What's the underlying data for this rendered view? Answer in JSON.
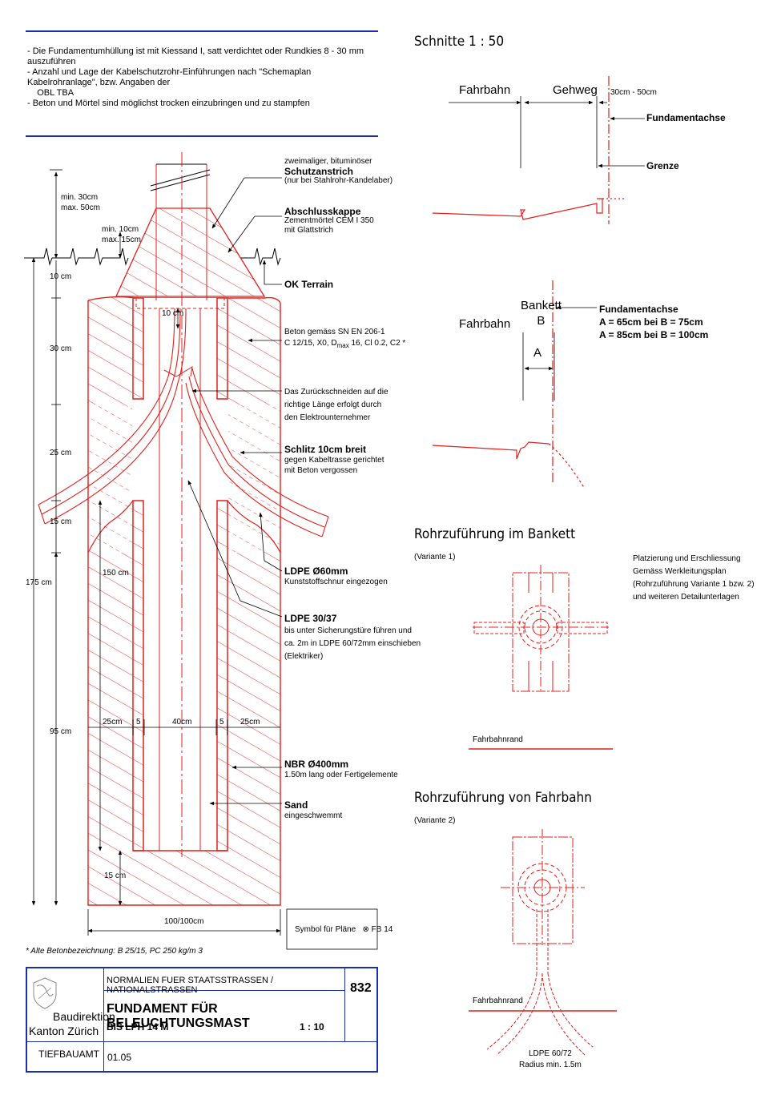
{
  "notes": [
    "-  Die Fundamentumhüllung ist mit Kiessand I, satt verdichtet oder Rundkies 8 - 30 mm auszuführen",
    "-  Anzahl und Lage der Kabelschutzrohr-Einführungen nach \"Schemaplan Kabelrohranlage\", bzw. Angaben der",
    "    OBL TBA",
    "-  Beton und Mörtel sind möglichst trocken einzubringen und zu stampfen"
  ],
  "colors": {
    "red": "#e0201c",
    "blue": "#1b2fa8",
    "black": "#000000"
  },
  "main": {
    "label_schutz_small": "zweimaliger, bituminöser",
    "label_schutz": "Schutzanstrich",
    "label_schutz_sub": "(nur bei Stahlrohr-Kandelaber)",
    "label_kappe": "Abschlusskappe",
    "label_kappe_sub1": "Zementmörtel CEM I 350",
    "label_kappe_sub2": "mit Glattstrich",
    "label_terrain": "OK Terrain",
    "label_beton1": "Beton gemäss SN EN 206-1",
    "label_beton2": "C 12/15, X0, D",
    "label_beton2_sub": "max",
    "label_beton2_end": " 16, Cl 0.2, C2 *",
    "label_schneiden1": "Das Zurückschneiden auf die",
    "label_schneiden2": "richtige Länge erfolgt durch",
    "label_schneiden3": "den Elektrounternehmer",
    "label_schlitz": "Schlitz 10cm breit",
    "label_schlitz_sub1": "gegen Kabeltrasse gerichtet",
    "label_schlitz_sub2": "mit Beton vergossen",
    "label_ldpe60": "LDPE Ø60mm",
    "label_ldpe60_sub": "Kunststoffschnur eingezogen",
    "label_ldpe30": "LDPE 30/37",
    "label_ldpe30_sub1": "bis unter Sicherungstüre führen und",
    "label_ldpe30_sub2": "ca. 2m in LDPE 60/72mm einschieben",
    "label_ldpe30_sub3": "(Elektriker)",
    "label_nbr": "NBR Ø400mm",
    "label_nbr_sub": "1.50m lang oder Fertigelemente",
    "label_sand": "Sand",
    "label_sand_sub": "eingeschwemmt",
    "dim_min30": "min. 30cm",
    "dim_max50": "max. 50cm",
    "dim_min10": "min. 10cm",
    "dim_max15": "max. 15cm",
    "dim_10cm": "10 cm",
    "dim_30cm": "30 cm",
    "dim_25cm": "25 cm",
    "dim_15cm": "15 cm",
    "dim_175cm": "175 cm",
    "dim_150cm": "150 cm",
    "dim_95cm": "95 cm",
    "dim_15cm_b": "15 cm",
    "dim_100": "100/100cm",
    "dim_10cm_inner": "10 cm",
    "dim_w_25a": "25cm",
    "dim_w_5a": "5",
    "dim_w_40": "40cm",
    "dim_w_5b": "5",
    "dim_w_25b": "25cm",
    "symbol": "Symbol für Pläne",
    "symbol_code": "⊗  FB 14",
    "footnote": "* Alte Betonbezeichnung: B 25/15, PC 250 kg/m 3"
  },
  "sections": {
    "title": "Schnitte 1 : 50",
    "s1_fahrbahn": "Fahrbahn",
    "s1_gehweg": "Gehweg",
    "s1_dim": "30cm - 50cm",
    "s1_achse": "Fundamentachse",
    "s1_grenze": "Grenze",
    "s2_bankett": "Bankett",
    "s2_b": "B",
    "s2_fahrbahn": "Fahrbahn",
    "s2_a": "A",
    "s2_achse": "Fundamentachse",
    "s2_line1": "A = 65cm bei B = 75cm",
    "s2_line2": "A = 85cm bei B = 100cm"
  },
  "var1": {
    "title": "Rohrzuführung im Bankett",
    "sub": "(Variante 1)",
    "note1": "Platzierung und Erschliessung",
    "note2": "Gemäss Werkleitungsplan",
    "note3": "(Rohrzuführung Variante 1 bzw. 2)",
    "note4": "und weiteren Detailunterlagen",
    "fahrbahnrand": "Fahrbahnrand"
  },
  "var2": {
    "title": "Rohrzuführung von Fahrbahn",
    "sub": "(Variante 2)",
    "fahrbahnrand": "Fahrbahnrand",
    "pipe1": "LDPE 60/72",
    "pipe2": "Radius min. 1.5m"
  },
  "titleblock": {
    "org1": "Baudirektion",
    "org2": "Kanton Zürich",
    "dept": "TIEFBAUAMT",
    "series": "NORMALIEN FUER  STAATSSTRASSEN / NATIONALSTRASSEN",
    "title": "FUNDAMENT FÜR BELEUCHTUNGSMAST",
    "subtitle": "BIS LPH 14 M",
    "scale": "1 : 10",
    "number": "832",
    "date": "01.05"
  }
}
